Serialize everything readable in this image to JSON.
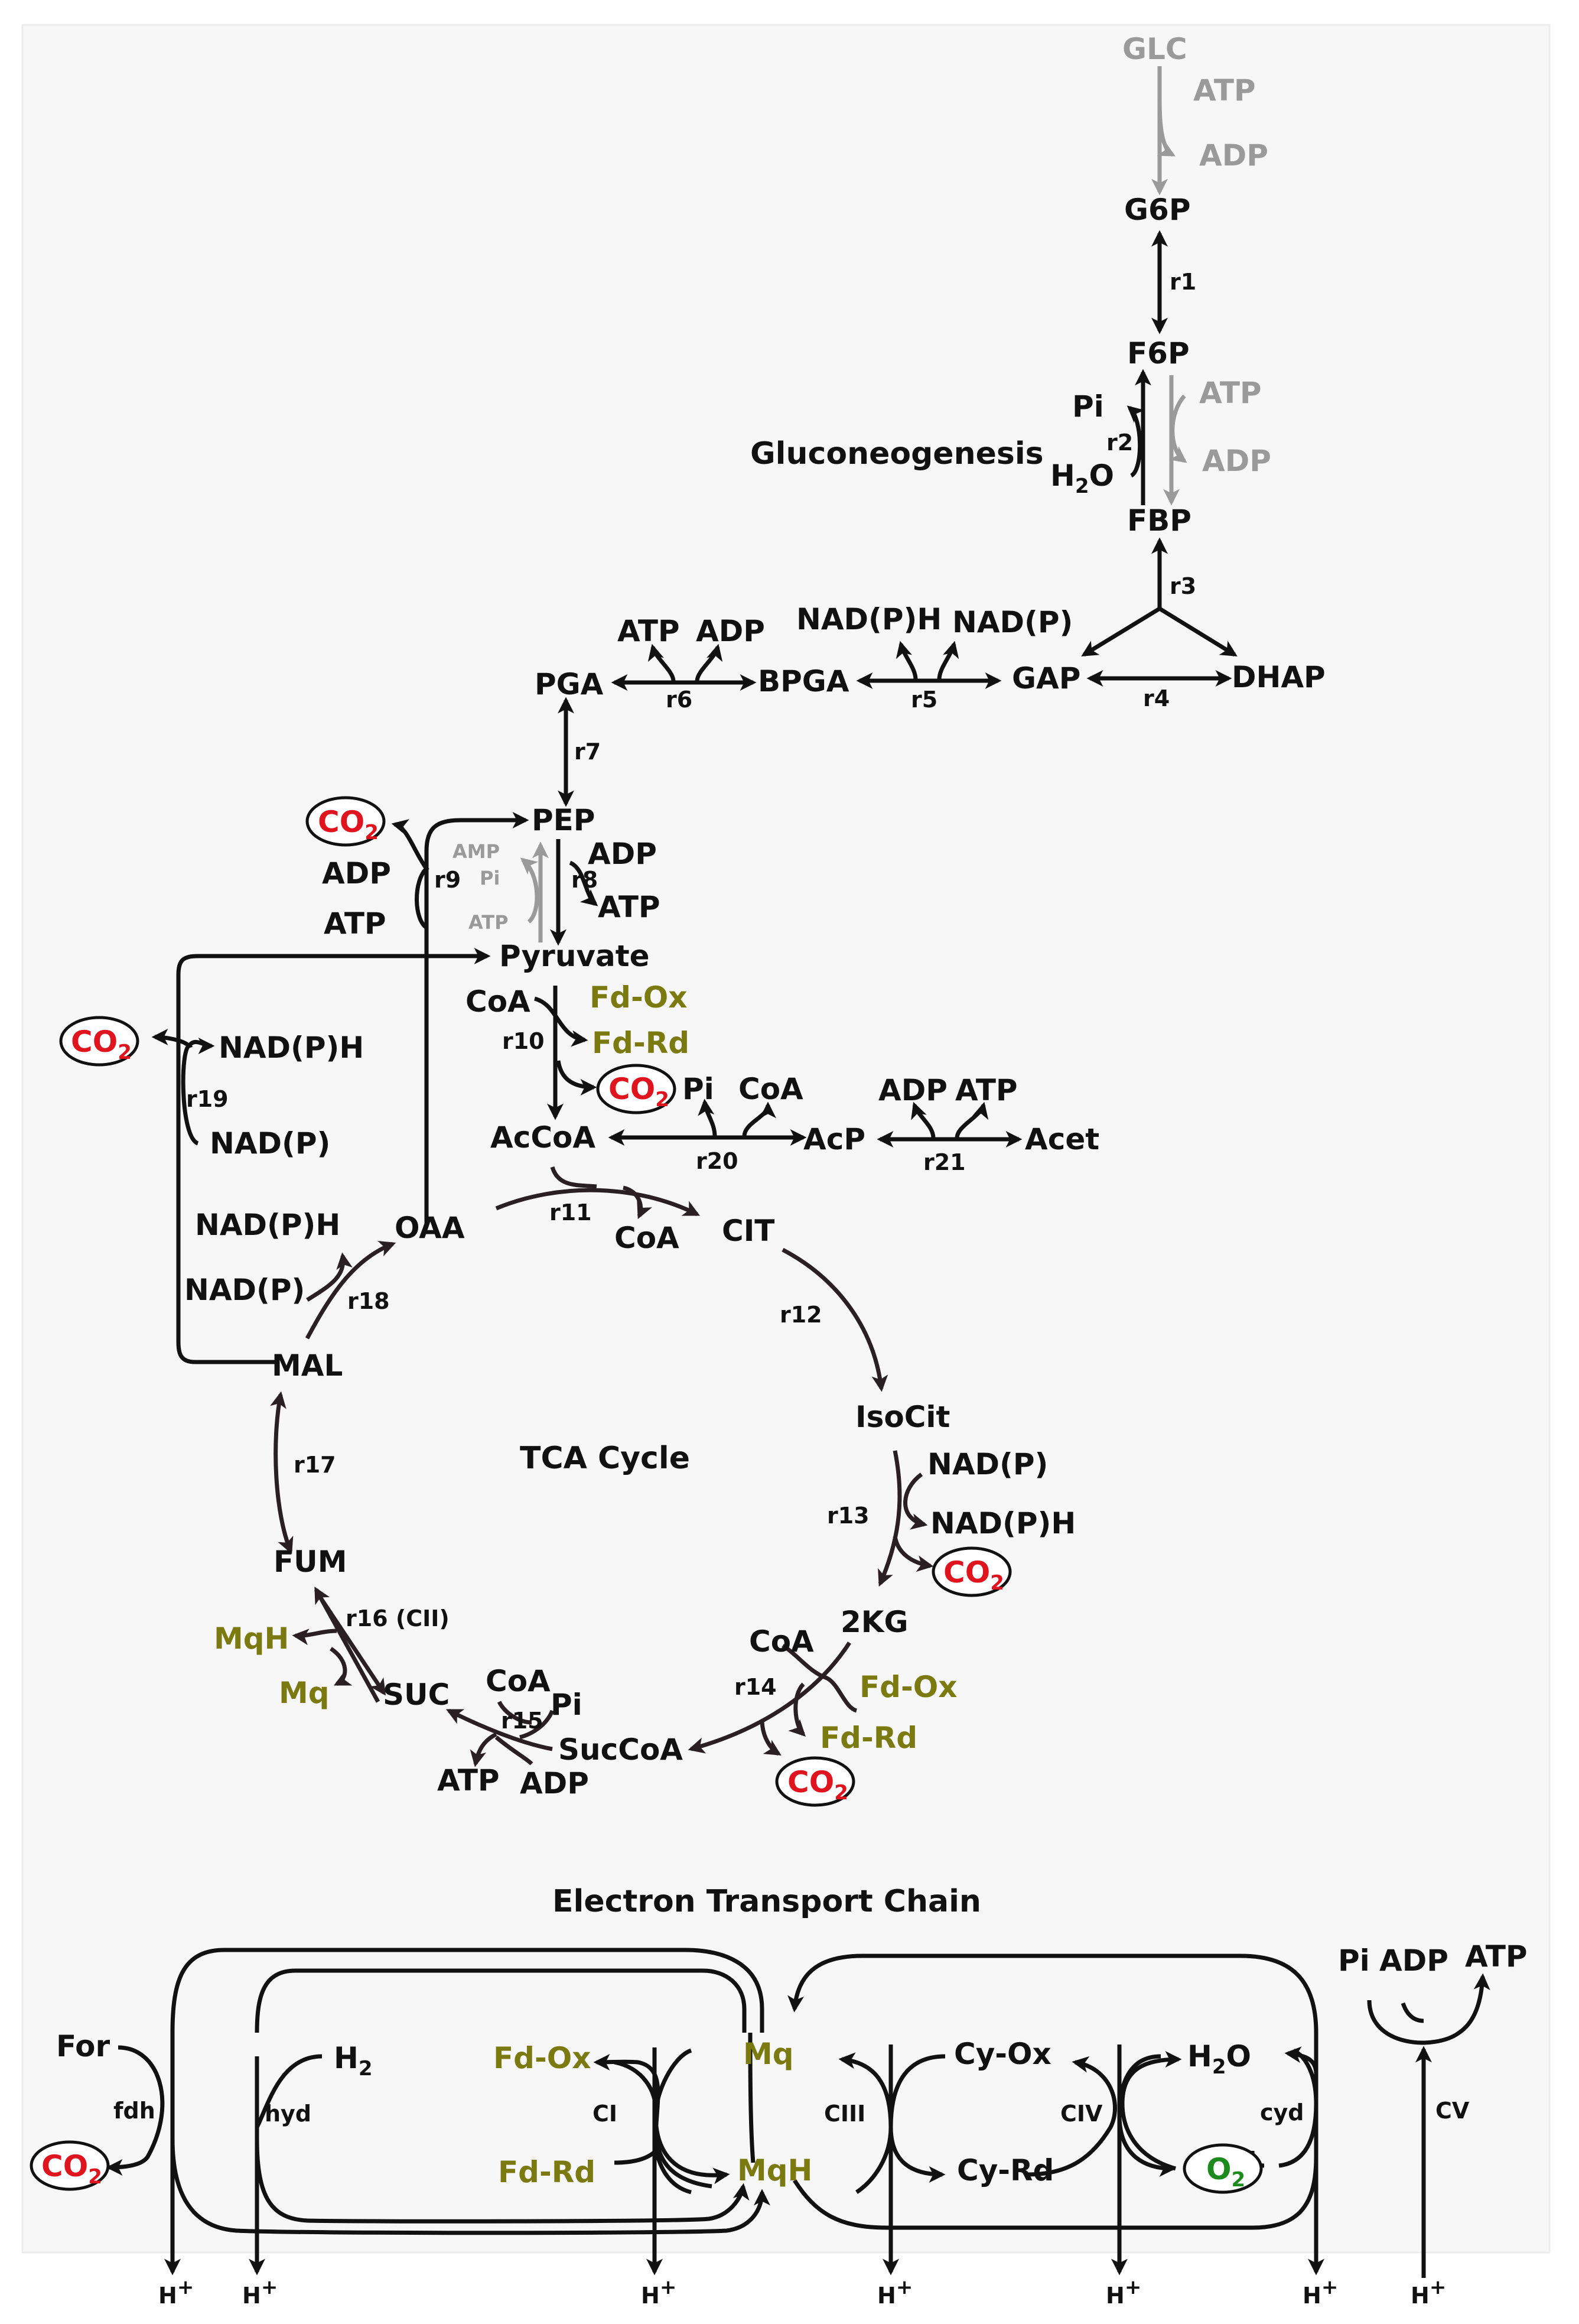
{
  "titles": {
    "gluconeogenesis": "Gluconeogenesis",
    "tca": "TCA Cycle",
    "etc": "Electron Transport Chain"
  },
  "colors": {
    "background": "#f7f7f7",
    "main": "#111111",
    "inactive": "#9a9a9a",
    "electron_carrier": "#7a7a10",
    "co2": "#e0141e",
    "o2": "#1d8a1d"
  },
  "m": {
    "glc": "GLC",
    "atp1": "ATP",
    "adp1": "ADP",
    "g6p": "G6P",
    "f6p": "F6P",
    "pi2": "Pi",
    "h2o2a": "H",
    "h2o2b": "2",
    "h2o2c": "O",
    "atp2": "ATP",
    "adp2": "ADP",
    "fbp": "FBP",
    "gap": "GAP",
    "dhap": "DHAP",
    "nadph5": "NAD(P)H",
    "nadp5": "NAD(P)",
    "bpga": "BPGA",
    "atp6": "ATP",
    "adp6": "ADP",
    "pga": "PGA",
    "pep": "PEP",
    "co2_9a": "CO",
    "co2_9b": "2",
    "adp9": "ADP",
    "atp9": "ATP",
    "amp8": "AMP",
    "pi8": "Pi",
    "atp8g": "ATP",
    "adp8": "ADP",
    "atp8": "ATP",
    "pyruvate": "Pyruvate",
    "coa10": "CoA",
    "fdox10": "Fd-Ox",
    "fdrd10": "Fd-Rd",
    "co2_10a": "CO",
    "co2_10b": "2",
    "pi20": "Pi",
    "coa20": "CoA",
    "accoa": "AcCoA",
    "acp": "AcP",
    "adp21": "ADP",
    "atp21": "ATP",
    "acet": "Acet",
    "co2_19a": "CO",
    "co2_19b": "2",
    "nadph19": "NAD(P)H",
    "nadp19": "NAD(P)",
    "nadph18": "NAD(P)H",
    "nadp18": "NAD(P)",
    "oaa": "OAA",
    "coa11": "CoA",
    "cit": "CIT",
    "mal": "MAL",
    "isocit": "IsoCit",
    "nadp13": "NAD(P)",
    "nadph13": "NAD(P)H",
    "co2_13a": "CO",
    "co2_13b": "2",
    "fum": "FUM",
    "mqh16": "MqH",
    "mq16": "Mq",
    "suc": "SUC",
    "kg": "2KG",
    "coa14": "CoA",
    "fdox14": "Fd-Ox",
    "fdrd14": "Fd-Rd",
    "co2_14a": "CO",
    "co2_14b": "2",
    "coa15": "CoA",
    "pi15": "Pi",
    "succoa": "SucCoA",
    "atp15": "ATP",
    "adp15": "ADP"
  },
  "r": {
    "r1": "r1",
    "r2": "r2",
    "r3": "r3",
    "r4": "r4",
    "r5": "r5",
    "r6": "r6",
    "r7": "r7",
    "r8": "r8",
    "r9": "r9",
    "r10": "r10",
    "r11": "r11",
    "r12": "r12",
    "r13": "r13",
    "r14": "r14",
    "r15": "r15",
    "r16": "r16 (CII)",
    "r17": "r17",
    "r18": "r18",
    "r19": "r19",
    "r20": "r20",
    "r21": "r21"
  },
  "etc": {
    "for": "For",
    "fdh": "fdh",
    "co2a": "CO",
    "co2b": "2",
    "h2a": "H",
    "h2b": "2",
    "hyd": "hyd",
    "fdox": "Fd-Ox",
    "ci": "CI",
    "fdrd": "Fd-Rd",
    "mq": "Mq",
    "mqh": "MqH",
    "ciii": "CIII",
    "cyox": "Cy-Ox",
    "cyrd": "Cy-Rd",
    "civ": "CIV",
    "h2oa": "H",
    "h2ob": "2",
    "h2oc": "O",
    "o2a": "O",
    "o2b": "2",
    "cyd": "cyd",
    "pi": "Pi",
    "adp": "ADP",
    "atp": "ATP",
    "cv": "CV",
    "proton": "H",
    "plus": "+"
  }
}
